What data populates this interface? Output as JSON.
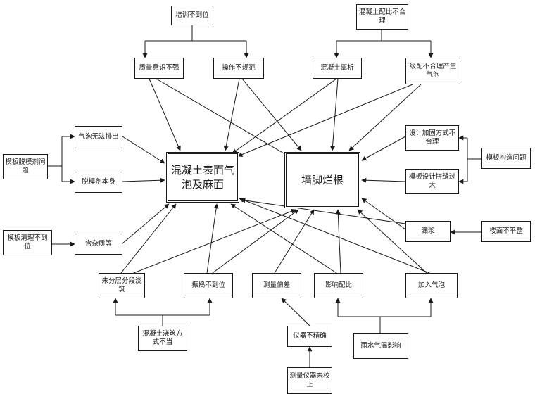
{
  "colors": {
    "line": "#1a1a1a",
    "background": "#ffffff"
  },
  "center": {
    "concrete_surface": "混凝土表面气泡及麻面",
    "wall_root": "墙脚烂根"
  },
  "nodes": {
    "training": "培训不到位",
    "mix_ratio": "混凝土配比不合理",
    "quality_awareness": "质量意识不强",
    "operation": "操作不规范",
    "segregation": "混凝土离析",
    "bubbles_mix": "级配不合理产生气泡",
    "air_escape": "气泡无法排出",
    "release_agent_itself": "脱模剂本身",
    "release_agent_issue": "模板脱模剂问题",
    "reinforce_design": "设计加固方式不合理",
    "formwork_design_gap": "模板设计拼缝过大",
    "formwork_structure": "模板构造问题",
    "cleaning": "模板清理不到位",
    "residue": "含杂质等",
    "leakage": "漏浆",
    "floor_uneven": "楼面不平整",
    "layered_pouring": "未分层分段浇筑",
    "vibration": "振捣不到位",
    "measure_error": "测量偏差",
    "influence_ratio": "影响配比",
    "air_entrain": "加入气泡",
    "pouring_method": "混凝土浇筑方式不当",
    "instrument_inaccurate": "仪器不精确",
    "rain_temp": "雨水气温影响",
    "instrument_uncalibrated": "测量仪器未校正"
  }
}
